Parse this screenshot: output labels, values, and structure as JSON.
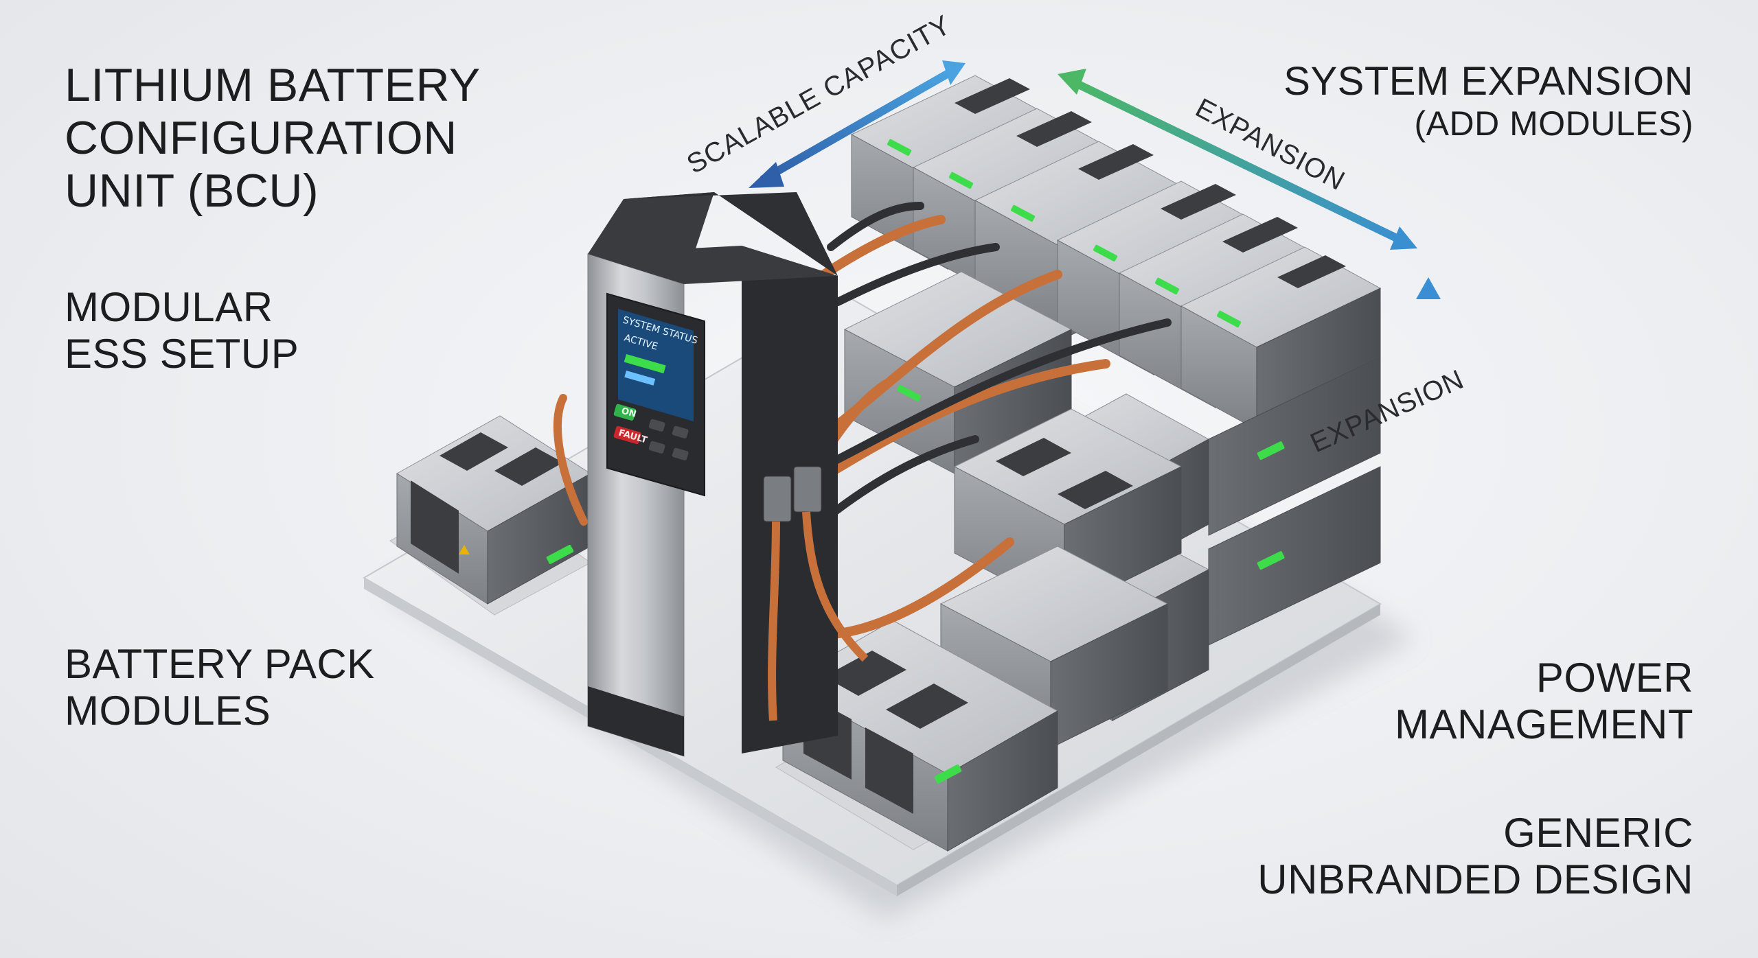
{
  "labels": {
    "title": [
      "LITHIUM BATTERY",
      "CONFIGURATION",
      "UNIT (BCU)"
    ],
    "modular": [
      "MODULAR",
      "ESS SETUP"
    ],
    "battery_pack": [
      "BATTERY PACK",
      "MODULES"
    ],
    "system_expansion": [
      "SYSTEM EXPANSION",
      "(ADD MODULES)"
    ],
    "power_management": [
      "POWER",
      "MANAGEMENT"
    ],
    "generic_design": [
      "GENERIC",
      "UNBRANDED DESIGN"
    ]
  },
  "annotations": {
    "scalable_capacity": "SCALABLE CAPACITY",
    "expansion_top": "EXPANSION",
    "expansion_right": "EXPANSION"
  },
  "controller": {
    "screen_title": "SYSTEM STATUS",
    "screen_mode": "ACTIVE",
    "on_button": "ON",
    "fault_button": "FAULT"
  },
  "colors": {
    "background": "#eceef1",
    "arrow_blue": "#3f8fd6",
    "arrow_green": "#4cae6a",
    "cable_orange": "#c8703a",
    "status_led_green": "#3ddc4a",
    "controller_metal": "#b9bcc0",
    "controller_dark": "#2b2c2f"
  }
}
